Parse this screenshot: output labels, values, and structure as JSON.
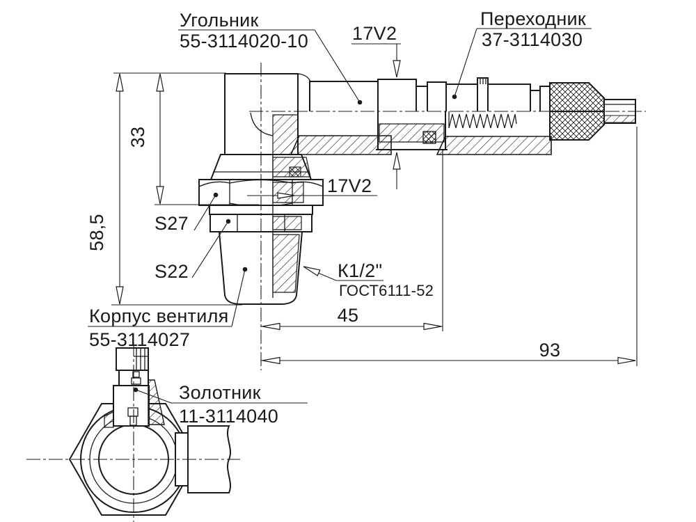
{
  "drawing": {
    "type": "engineering-assembly-cross-section",
    "colors": {
      "line": "#1a1a1a",
      "background": "#ffffff"
    },
    "labels": {
      "elbow": {
        "name": "Угольник",
        "part_no": "55-3114020-10"
      },
      "adapter": {
        "name": "Переходник",
        "part_no": "37-3114030"
      },
      "valve_body": {
        "name": "Корпус вентиля",
        "part_no": "55-3114027"
      },
      "valve_core": {
        "name": "Золотник",
        "part_no": "11-3114040"
      },
      "thread_top": "17V2",
      "thread_side": "17V2",
      "wrench_hex": "S27",
      "wrench_square": "S22",
      "taper_thread": "К1/2\"",
      "taper_thread_standard": "ГОСТ6111-52"
    },
    "dimensions": {
      "overall_height": "58,5",
      "elbow_height": "33",
      "length_to_nut": "45",
      "overall_length": "93"
    }
  }
}
